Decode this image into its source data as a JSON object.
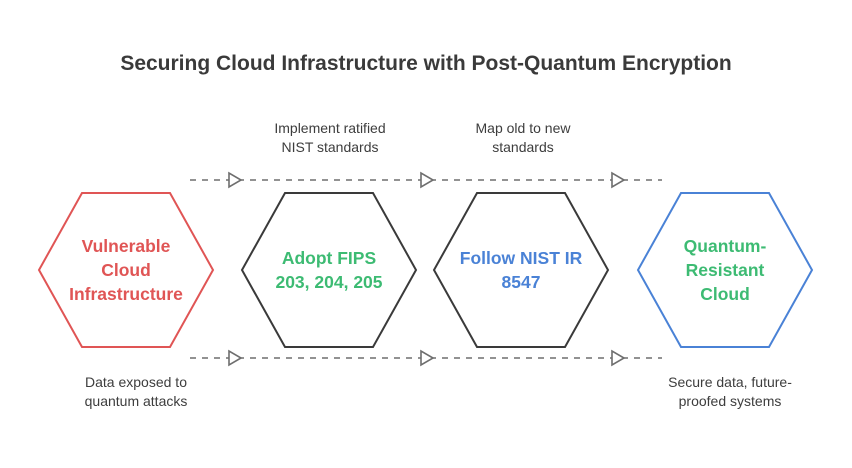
{
  "title": "Securing Cloud Infrastructure with Post-Quantum Encryption",
  "top_captions": [
    "Implement ratified\nNIST standards",
    "Map old to new\nstandards"
  ],
  "bottom_captions": [
    "Data exposed to\nquantum attacks",
    "Secure data, future-\nproofed systems"
  ],
  "steps": [
    {
      "label": "Vulnerable\nCloud\nInfrastructure",
      "border_color": "#e05555",
      "text_color": "#e05555"
    },
    {
      "label": "Adopt FIPS\n203, 204, 205",
      "border_color": "#3a3a3a",
      "text_color": "#3dbb73"
    },
    {
      "label": "Follow NIST IR\n8547",
      "border_color": "#3a3a3a",
      "text_color": "#4a82d6"
    },
    {
      "label": "Quantum-\nResistant\nCloud",
      "border_color": "#4a82d6",
      "text_color": "#3dbb73"
    }
  ],
  "connector_color": "#6e6e6e"
}
